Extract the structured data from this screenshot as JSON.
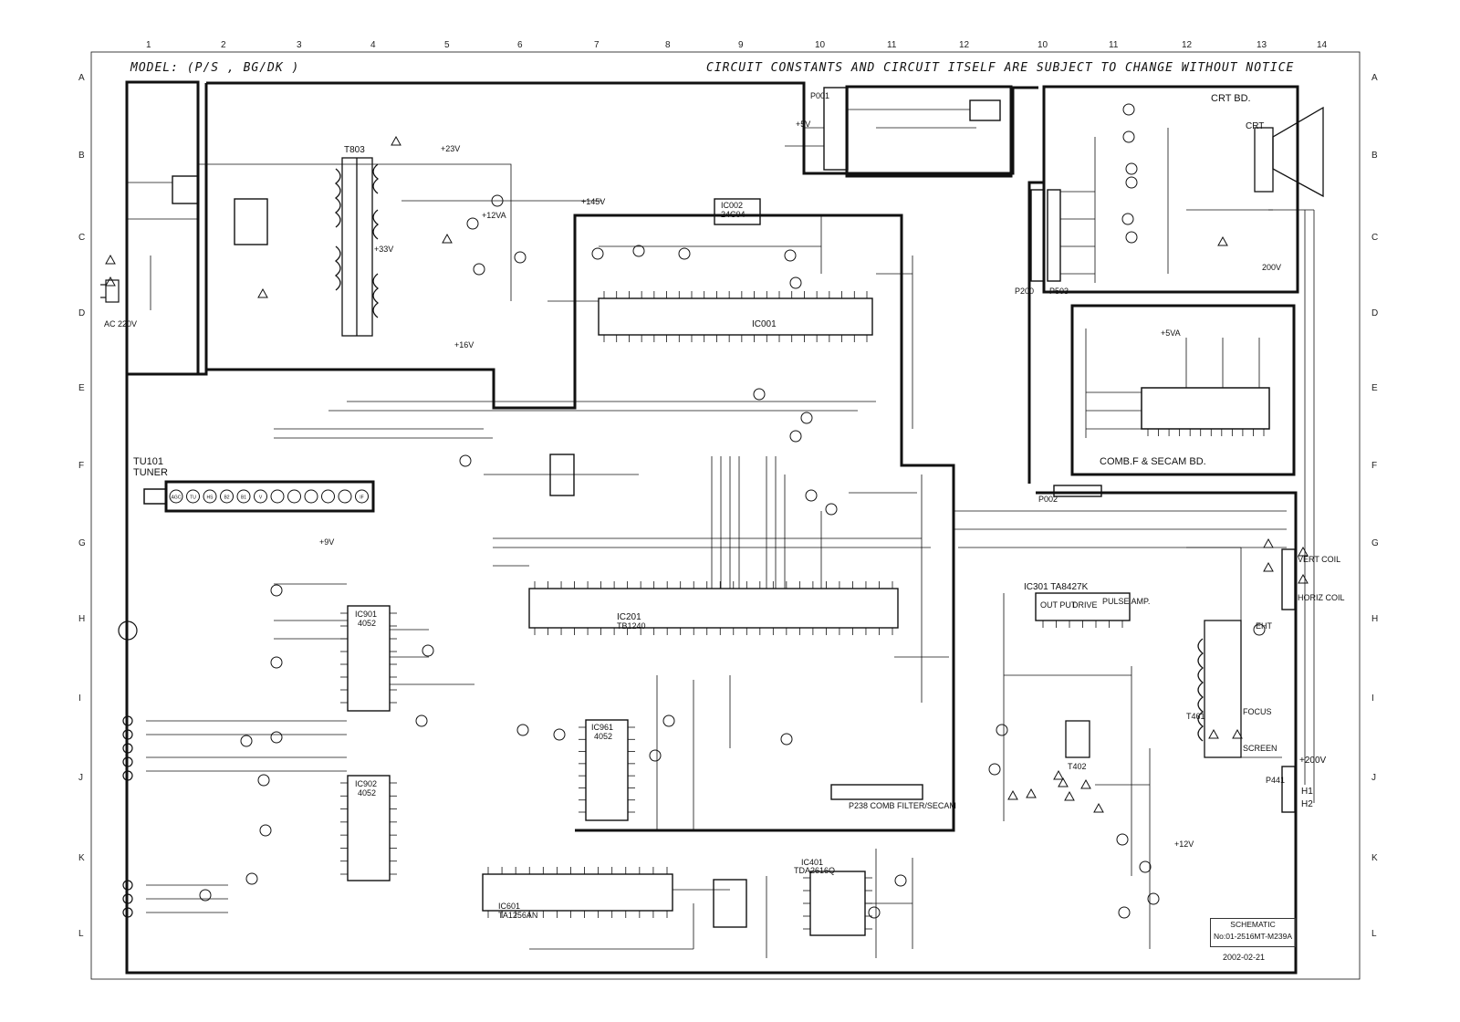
{
  "header": {
    "model": "MODEL: (P/S , BG/DK )",
    "notice": "CIRCUIT CONSTANTS AND CIRCUIT ITSELF ARE SUBJECT TO CHANGE WITHOUT NOTICE"
  },
  "grid": {
    "columns": [
      "1",
      "2",
      "3",
      "4",
      "5",
      "6",
      "7",
      "8",
      "9",
      "10",
      "11",
      "12",
      "10",
      "11",
      "12",
      "13",
      "14"
    ],
    "rows": [
      "A",
      "B",
      "C",
      "D",
      "E",
      "F",
      "G",
      "H",
      "I",
      "J",
      "K",
      "L"
    ]
  },
  "blocks": {
    "tuner": "TU101",
    "tuner_sub": "TUNER",
    "tuner_pins": [
      "AGC",
      "TU",
      "HS",
      "B2",
      "B1",
      "V",
      "",
      "",
      "",
      "",
      "",
      "IF"
    ],
    "crt_board": "CRT BD.",
    "crt": "CRT",
    "combf": "COMB.F & SECAM BD.",
    "ic301": "IC301 TA8427K",
    "ic301_blocks": [
      "OUT PUT",
      "DRIVE",
      "PULSE AMP."
    ],
    "ic201": "IC201",
    "ic201_part": "TB1240",
    "ic001": "IC001",
    "ic002": "IC002",
    "ic002_part": "24C04",
    "ic601": "IC601",
    "ic601_part": "TA1256AN",
    "ic401": "IC401",
    "ic401_part": "TDA2616Q",
    "ic901": "IC901",
    "ic901_part": "4052",
    "ic902": "IC902",
    "ic902_part": "4052",
    "ic961": "IC961",
    "ic961_part": "4052",
    "t803": "T803",
    "t402": "T402",
    "t461": "T461",
    "p200": "P200",
    "p503": "P503",
    "p001": "P001",
    "p002": "P002",
    "p441": "P441",
    "comb_conn": "P238 COMB FILTER/SECAM",
    "fbt_200v": "+200V",
    "fbt_h1": "H1",
    "fbt_h2": "H2",
    "ac": "AC 220V",
    "vert_coil": "VERT COIL",
    "horiz_coil": "HORIZ COIL",
    "screen": "SCREEN",
    "focus": "FOCUS",
    "eht": "EHT"
  },
  "supply_labels": {
    "p145": "+145V",
    "p5": "+5V",
    "p9": "+9V",
    "p12": "+12V",
    "p16": "+16V",
    "p23": "+23V",
    "p33": "+33V",
    "p5va": "+5VA",
    "p12va": "+12VA",
    "v200": "200V"
  },
  "title_block": {
    "line1": "SCHEMATIC",
    "line2": "No:01-2516MT-M239A",
    "date": "2002-02-21"
  }
}
